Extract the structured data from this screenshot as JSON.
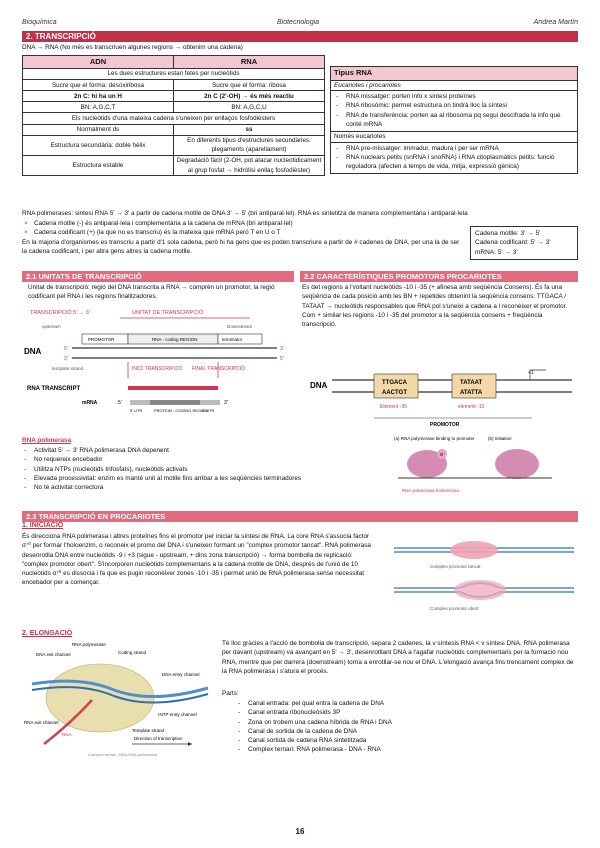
{
  "header": {
    "left": "Bioquímica",
    "center": "Biotecnologia",
    "right": "Andrea Martín"
  },
  "section_title": "2.    TRANSCRIPCIÓ",
  "intro": "DNA → RNA (No més es transcriuen algunes regions → obtenim una cadena)",
  "compare_table": {
    "headers": [
      "ADN",
      "RNA"
    ],
    "full1": "Les dues estructures estan fetes per nucleòtids",
    "rows1": [
      [
        "Sucre que el forma: desoxiribosa",
        "Sucre que el forma: ribosa"
      ],
      [
        "2n C: hi ha un H",
        "2n C (2'-OH) → és més reactiu"
      ],
      [
        "BN: A,G,C,T",
        "BN: A,G,C,U"
      ]
    ],
    "full2": "Els nucleòtids d'una mateixa cadena s'uneixen per enllaços fosfodièsters",
    "rows2": [
      [
        "Normalment ds",
        "ss"
      ],
      [
        "Estructura secundària: doble hèlix",
        "En diferents tipus d'estructures secundàries: plegaments (aparellament)"
      ],
      [
        "Estructura estable",
        "Degradació fàcil (2-OH, pot atacar nucleotidicament al grup fosfat → hidròlisi enllaç fosfodièster)"
      ]
    ]
  },
  "tipus_rna": {
    "title": "Tipus RNA",
    "euk_pro_head": "Eucariotes i procariotes",
    "euk_pro_items": [
      "RNA missatger: porten info x sintesi proteïnes",
      "RNA ribosòmic: permet estructura on tindrà lloc la síntesi",
      "RNA de transferència: porten aa al ribosoma pq segui descifrada la info que conté mRNA"
    ],
    "euk_head": "Només eucariotes",
    "euk_items": [
      "RNA pre-missatger: immadur, madura i per ser mRNA",
      "RNA nuclears petits (snRNA i snoRNA) i RNA citoplasmàtics petits: funció reguladora (afecten a temps de vida, mitja, expressió gènica)"
    ]
  },
  "polymerase_para": "RNA polimerases: sintesi RNA 5' → 3' a partir de cadena motlle de DNA 3' → 5' (bri antiparal·lel). RNA es sintetitza de manera complementària i antiparal·lela",
  "strand_items": [
    "Cadena motlle (-) és antiparal·lela i complementària a la cadena de mRNA (bri antiparal·lel)",
    "Cadena codificant (+) (la que no es transcriu) és la mateixa que mRNA però T en U o T"
  ],
  "majority_para": "En la majoria d'organismes es transcriu a partir d'1 sola cadena, però hi ha gens que es poden transcriure a partir de # cadenes de DNA, per una la de ser la cadena codificant, i per altra gens altres la cadena motlle.",
  "strand_box": [
    "Cadena motlle: 3' → 5'",
    "Cadena codificant: 5' → 3'",
    "mRNA: 5' → 3'"
  ],
  "sec21": {
    "title": "2.1 UNITATS DE TRANSCRIPCIÓ",
    "text": "Unitat de transcripció: regió del DNA transcrita a RNA → comprèn un promotor, la regió codificant pel RNA i les regions finalitzadores.",
    "fig": {
      "label_transcript": "TRANSCRIPCIÓ 5' → 3'",
      "label_unit": "UNITAT DE TRANSCRIPCIÓ",
      "label_upstream": "upstream",
      "label_downstream": "Downstream",
      "label_promoter": "PROMOTOR",
      "label_coding": "RNA - coding REGION",
      "label_terminator": "terminator",
      "label_dna": "DNA",
      "label_5": "5'",
      "label_3": "3'",
      "label_template": "template strand",
      "label_coding_strand": "coding strand",
      "label_start": "INICI TRANSCRIPCIÓ",
      "label_end": "FINAL TRANSCRIPCIÓ",
      "label_rna": "RNA TRANSCRIPT",
      "label_mrna": "mRNA",
      "label_protein": "PROTEIN - CODING REGION",
      "label_5utr": "5' UTR",
      "label_3utr": "3' UTR"
    }
  },
  "sec22": {
    "title": "2.2 CARACTERÍSTIQUES PROMOTORS PROCARIOTES",
    "text": "Es det regions a l'voltant nucleòtids -10 i -35 (+ afinesa amb seqüència Consens). És fa una seqüència de cada posició amb les BN + repetides obtenint la seqüència consens: TTGACA / TATAAT → nucleòtids responsables que RNA pol s'uneixi a cadena a l reconèixer el promotor. Com + similar les regions -10 i -35 del promotor a la seqüència consens + freqüència transcripció.",
    "fig": {
      "label_dna": "DNA",
      "box1_top": "TTGACA",
      "box1_bot": "AACTGT",
      "box2_top": "TATAAT",
      "box2_bot": "ATATTA",
      "label_m35": "Element -35",
      "label_m10": "element -10",
      "label_p1": "+1",
      "label_promotor": "PROMOTOR",
      "label_a": "(a) RNA polymerase binding to promoter",
      "label_b": "(b) Initiation",
      "label_holo": "RNA polimerasa holoenzima",
      "label_sigma": "σ"
    }
  },
  "polimerasa": {
    "title": "RNA polimerasa",
    "items": [
      "Activitat 5' → 3' RNA polimerasa DNA depenent",
      "No requereix encebador",
      "Utilitza NTPs (nucleòtids trifosfats), nucleòtids activats",
      "Elevada processivitat: enzim es manté unit al motlle fins arribar a les seqüències terminadores",
      "No té activitat correctora"
    ]
  },
  "sec23": {
    "title": "2.3 TRANSCRIPCIÓ EN PROCARIOTES",
    "init_title": "1. INICIACIÓ",
    "init_text": "És direcciona RNA polimerasa i altres proteïnes fins el promotor per iniciar la síntesi de RNA. La core RNA s'associa factor σ⁷⁰ per formar l'holoenzim, o reconeix el promo del DNA i s'uneixen formant un \"complex promotor tancat\". RNA polimerasa desenrotlla DNA entre nucleòtids -9 i +3 (sigue - upstream, + dins zona transcripció) → forma bombolla de replicació: \"complex promotor obert\". S'incorporen nucleòtids complementaris a la cadena motlle de DNA, després de l'unió de 10 nucleòtids σ⁷⁰ es dissocia i fa que es pugin reconèixer zones -10 i -35 i permet unió de RNA polimerasa sense necessitat encebador per a començar.",
    "fig_init": {
      "label1": "Complex promotor tancat",
      "label2": "Complex promotor obert"
    },
    "elong_title": "2. ELONGACIÓ",
    "elong_text": "Té lloc gràcies a l'acció de bombolla de transcripció, separa 2 cadenes, la v síntesis RNA < v síntesi DNA. RNA polimerasa per davant (upstream) va avançant en 5' → 3', desenrotllant DNA a l'agafar nucleòtids complementaris per la formació nou RNA, mentre que per darrera (downstream) torna a enrotllar-se nou el DNA. L'elongació avança fins trencament complex de la RNA polimerasa i s'atura el procés.",
    "parts_label": "Parts:",
    "parts": [
      "Canal entrada: pel qual entra la cadena de DNA",
      "Canal entrada ribonucleòsids 3P",
      "Zona on trobem una cadena híbrida de RNA i DNA",
      "Canal de sortida de la cadena de DNA",
      "Canal sortida de cadena RNA sintetitzada",
      "Complex ternari: RNA polimerasa - DNA - RNA"
    ],
    "fig_elong": {
      "label_pol": "RNA polymerase",
      "label_coding": "Coding strand",
      "label_dna_exit": "DNA exit channel",
      "label_dna_entry": "DNA entry channel",
      "label_ntp": "rNTP entry channel",
      "label_rna_exit": "RNA exit channel",
      "label_rna": "RNA",
      "label_template": "Template strand",
      "label_direction": "Direction of transcription",
      "label_caption": "Complex ternari: DNA-RNA polimerasa"
    }
  },
  "page_number": "16",
  "colors": {
    "accent": "#c0314a",
    "light": "#e06c7e",
    "highlight": "#f6c3cc"
  }
}
